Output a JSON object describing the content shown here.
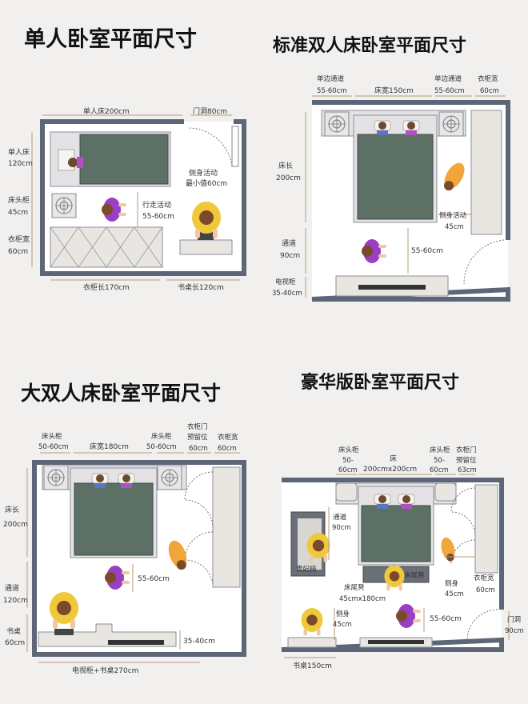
{
  "titles": {
    "single": "单人卧室平面尺寸",
    "standard": "标准双人床卧室平面尺寸",
    "large": "大双人床卧室平面尺寸",
    "luxury": "豪华版卧室平面尺寸"
  },
  "single": {
    "bed_len": "单人床200cm",
    "door": "门洞80cm",
    "bed_w1": "单人床",
    "bed_w2": "120cm",
    "nightstand1": "床头柜",
    "nightstand2": "45cm",
    "wardrobe_d1": "衣柜宽",
    "wardrobe_d2": "60cm",
    "walk1": "行走活动",
    "walk2": "55-60cm",
    "turn1": "侧身活动",
    "turn2": "最小值60cm",
    "wardrobe_len": "衣柜长170cm",
    "desk_len": "书桌长120cm"
  },
  "standard": {
    "side_l1": "单边通道",
    "side_l2": "55-60cm",
    "bed_w": "床宽150cm",
    "side_r1": "单边通道",
    "side_r2": "55-60cm",
    "wardrobe1": "衣柜宽",
    "wardrobe2": "60cm",
    "bed_len1": "床长",
    "bed_len2": "200cm",
    "aisle1": "通道",
    "aisle2": "90cm",
    "walk": "55-60cm",
    "turn1": "侧身活动",
    "turn2": "45cm",
    "tv1": "电视柜",
    "tv2": "35-40cm"
  },
  "large": {
    "ns_l1": "床头柜",
    "ns_l2": "50-60cm",
    "bed_w": "床宽180cm",
    "ns_r1": "床头柜",
    "ns_r2": "50-60cm",
    "door1": "衣柜门",
    "door2": "预留位",
    "door3": "60cm",
    "wardrobe1": "衣柜宽",
    "wardrobe2": "60cm",
    "bed_len1": "床长",
    "bed_len2": "200cm",
    "aisle1": "通道",
    "aisle2": "120cm",
    "desk1": "书桌",
    "desk2": "60cm",
    "walk": "55-60cm",
    "tv_d": "35-40cm",
    "bottom": "电视柜+书桌270cm"
  },
  "luxury": {
    "ns_l1": "床头柜",
    "ns_l2": "50-",
    "ns_l3": "60cm",
    "bed1": "床",
    "bed2": "200cmx200cm",
    "ns_r1": "床头柜",
    "ns_r2": "50-",
    "ns_r3": "60cm",
    "door1": "衣柜门",
    "door2": "预留位",
    "door3": "63cm",
    "aisle1": "通道",
    "aisle2": "90cm",
    "sofa": "贵妃椅",
    "bench": "床尾凳",
    "bench1": "床尾凳",
    "bench2": "45cmx180cm",
    "turn1": "侧身",
    "turn2": "45cm",
    "wardrobe1": "衣柜宽",
    "wardrobe2": "60cm",
    "turn3": "侧身",
    "turn4": "45cm",
    "walk": "55-60cm",
    "door4": "门洞",
    "door5": "90cm",
    "desk": "书桌150cm"
  },
  "colors": {
    "wall": "#5d6677",
    "bed": "#5d7066",
    "person_yellow": "#f0c93a",
    "person_orange": "#f0a63a",
    "person_purple": "#9a3fc4",
    "dim_line": "#b49b7c"
  }
}
